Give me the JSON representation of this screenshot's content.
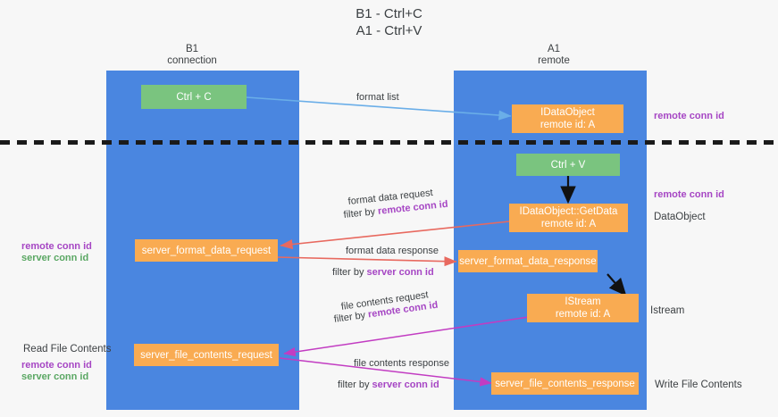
{
  "title": {
    "line1": "B1 - Ctrl+C",
    "line2": "A1 - Ctrl+V"
  },
  "columns": [
    {
      "name": "B1",
      "sub": "connection"
    },
    {
      "name": "A1",
      "sub": "remote"
    }
  ],
  "nodes": {
    "ctrl_c": "Ctrl + C",
    "ctrl_v": "Ctrl + V",
    "idataobject_l1": "IDataObject",
    "idataobject_l2": "remote id: A",
    "getdata_l1": "IDataObject::GetData",
    "getdata_l2": "remote id: A",
    "istream_l1": "IStream",
    "istream_l2": "remote id: A",
    "server_format_data_request": "server_format_data_request",
    "server_format_data_response": "server_format_data_response",
    "server_file_contents_request": "server_file_contents_request",
    "server_file_contents_response": "server_file_contents_response"
  },
  "captions": {
    "format_list": "format list",
    "format_data_request": "format data request",
    "format_data_request_filter_prefix": "filter by ",
    "format_data_request_filter_key": "remote conn id",
    "format_data_response": "format data response",
    "format_data_response_filter_prefix": "filter by ",
    "format_data_response_filter_key": "server conn id",
    "file_contents_request": "file contents request",
    "file_contents_request_filter_prefix": "filter by ",
    "file_contents_request_filter_key": "remote conn id",
    "file_contents_response": "file contents response",
    "file_contents_response_filter_prefix": "filter by ",
    "file_contents_response_filter_key": "server conn id"
  },
  "right_labels": {
    "remote_conn_id_top": "remote conn id",
    "remote_conn_id_mid": "remote conn id",
    "dataobject": "DataObject",
    "istream": "Istream",
    "write_file_contents": "Write File Contents"
  },
  "left_labels": {
    "remote_conn_id_mid": "remote conn id",
    "server_conn_id_mid": "server conn id",
    "read_file_contents": "Read File Contents",
    "remote_conn_id_bottom": "remote conn id",
    "server_conn_id_bottom": "server conn id"
  },
  "colors": {
    "lane": "#4a86e0",
    "green_node": "#7ac47f",
    "orange_node": "#f9ab52",
    "purple_text": "#a646c4",
    "green_text": "#5aa763",
    "blue_arrow": "#6aaee8",
    "red_arrow": "#e8695f",
    "magenta_arrow": "#c23cc2",
    "black_arrow": "#111111",
    "background": "#f7f7f7"
  }
}
